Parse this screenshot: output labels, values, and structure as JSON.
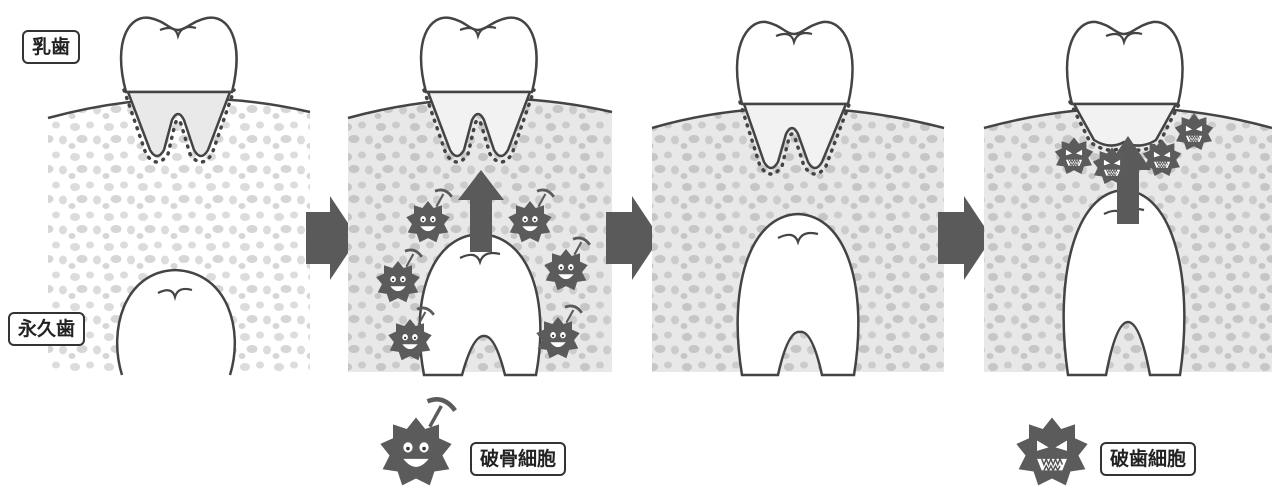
{
  "labels": {
    "baby_tooth": "乳歯",
    "permanent_tooth": "永久歯",
    "osteoclast": "破骨細胞",
    "odontoclast": "破歯細胞"
  },
  "colors": {
    "line": "#444444",
    "bone_fill": "#e6e6e6",
    "gum_light_fill": "#f2f2f2",
    "stone_light": "#dcdcdc",
    "stone_dark": "#c8c8c8",
    "arrow": "#5a5a5a",
    "cell": "#5b5b5b"
  },
  "icons": {
    "stage_arrow": "right-arrow-icon",
    "growth_arrow": "up-arrow-icon",
    "osteoclast": "osteoclast-cell-icon",
    "odontoclast": "odontoclast-cell-icon"
  }
}
